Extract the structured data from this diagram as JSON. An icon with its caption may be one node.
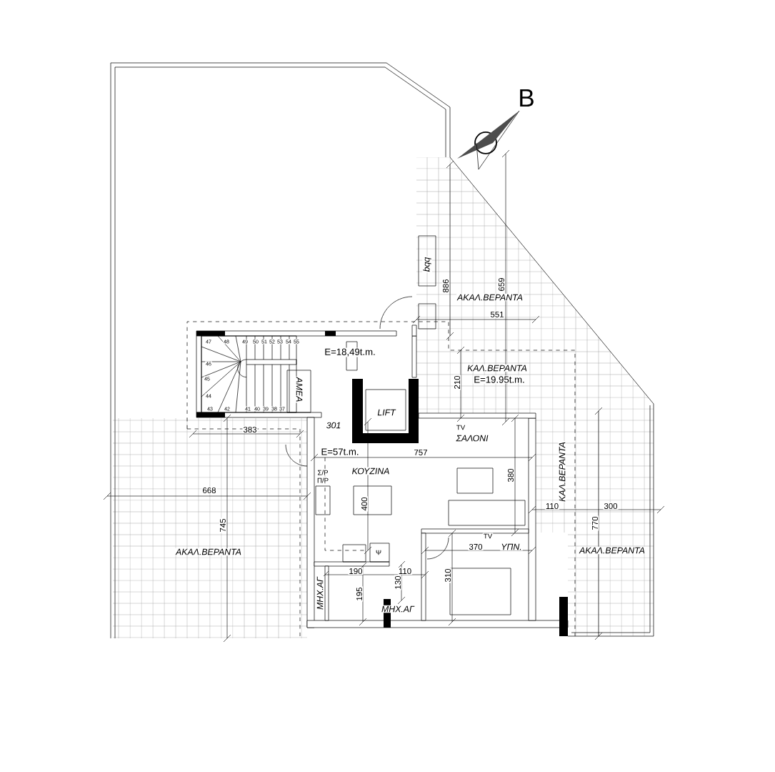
{
  "diagram": {
    "labels": [
      "B",
      "bbq",
      "886",
      "659",
      "ΑΚΑΛ.ΒΕΡΑΝΤΑ",
      "551",
      "47",
      "48",
      "49",
      "50",
      "51",
      "52",
      "53",
      "54",
      "55",
      "E=18,49t.m.",
      "46",
      "ΚΑΛ.ΒΕΡΑΝΤΑ",
      "45",
      "E=19.95t.m.",
      "210",
      "ΑΜΕΑ",
      "44",
      "43",
      "42",
      "41",
      "40",
      "39",
      "38",
      "37",
      "LIFT",
      "383",
      "301",
      "TV",
      "ΣΑΛΟΝΙ",
      "E=57t.m.",
      "757",
      "Σ/Ρ",
      "ΚΟΥΖΙΝΑ",
      "Π/Ρ",
      "380",
      "ΚΑΛ.ΒΕΡΑΝΤΑ",
      "668",
      "400",
      "110",
      "300",
      "745",
      "770",
      "TV",
      "ΑΚΑΛ.ΒΕΡΑΝΤΑ",
      "Ψ",
      "370",
      "ΥΠΝ.",
      "ΑΚΑΛ.ΒΕΡΑΝΤΑ",
      "190",
      "110",
      "310",
      "130",
      "195",
      "ΜΗΧ.ΑΓ",
      "ΜΗΧ.ΑΓ"
    ]
  }
}
